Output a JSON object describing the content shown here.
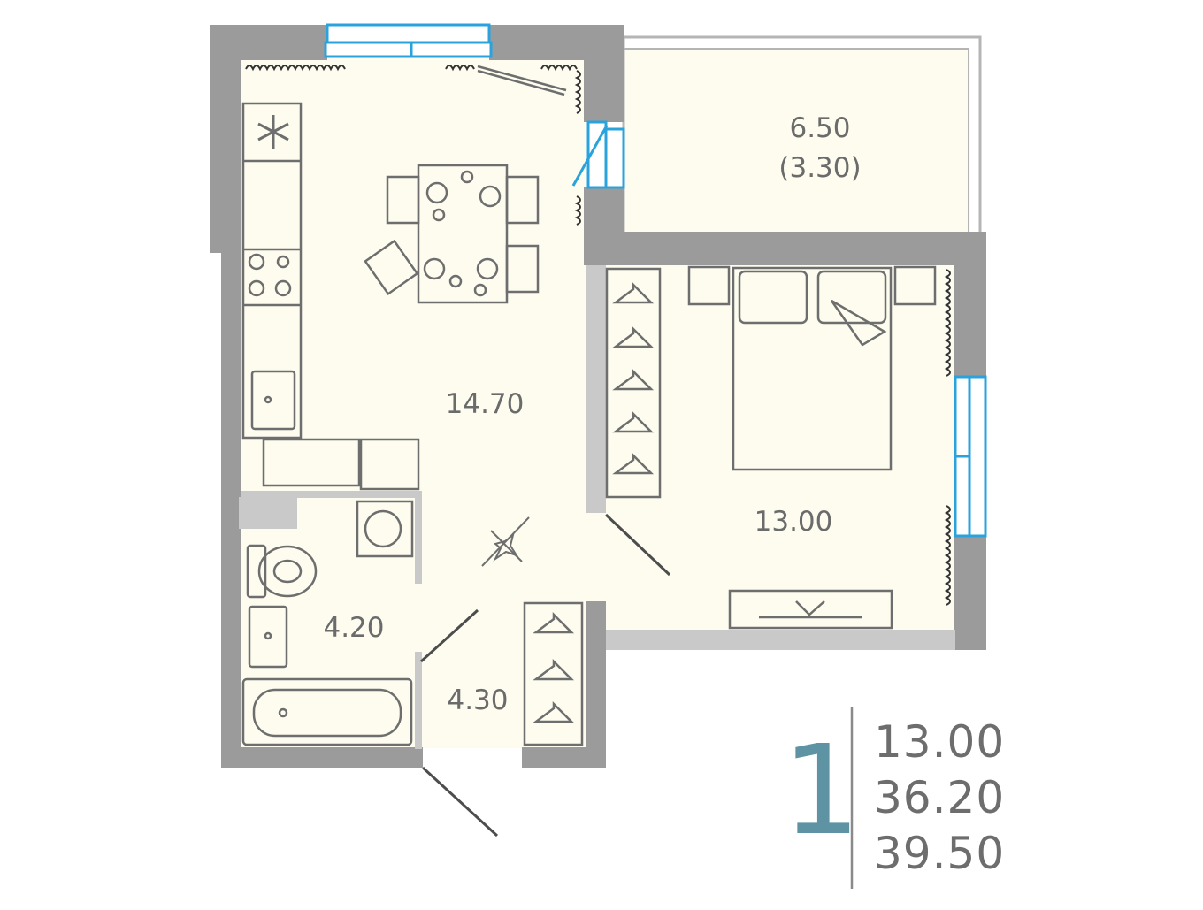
{
  "rooms": {
    "kitchen_living": {
      "area": "14.70"
    },
    "bedroom": {
      "area": "13.00"
    },
    "balcony": {
      "area": "6.50",
      "reduced_area": "(3.30)"
    },
    "bathroom": {
      "area": "4.20"
    },
    "hallway": {
      "area": "4.30"
    }
  },
  "summary": {
    "room_count": "1",
    "living_area": "13.00",
    "total_area": "36.20",
    "total_with_balcony": "39.50"
  },
  "colors": {
    "wall": "#9b9b9b",
    "floor": "#fdfcef",
    "window": "#2aa3dc",
    "accent": "#5e93a3"
  }
}
